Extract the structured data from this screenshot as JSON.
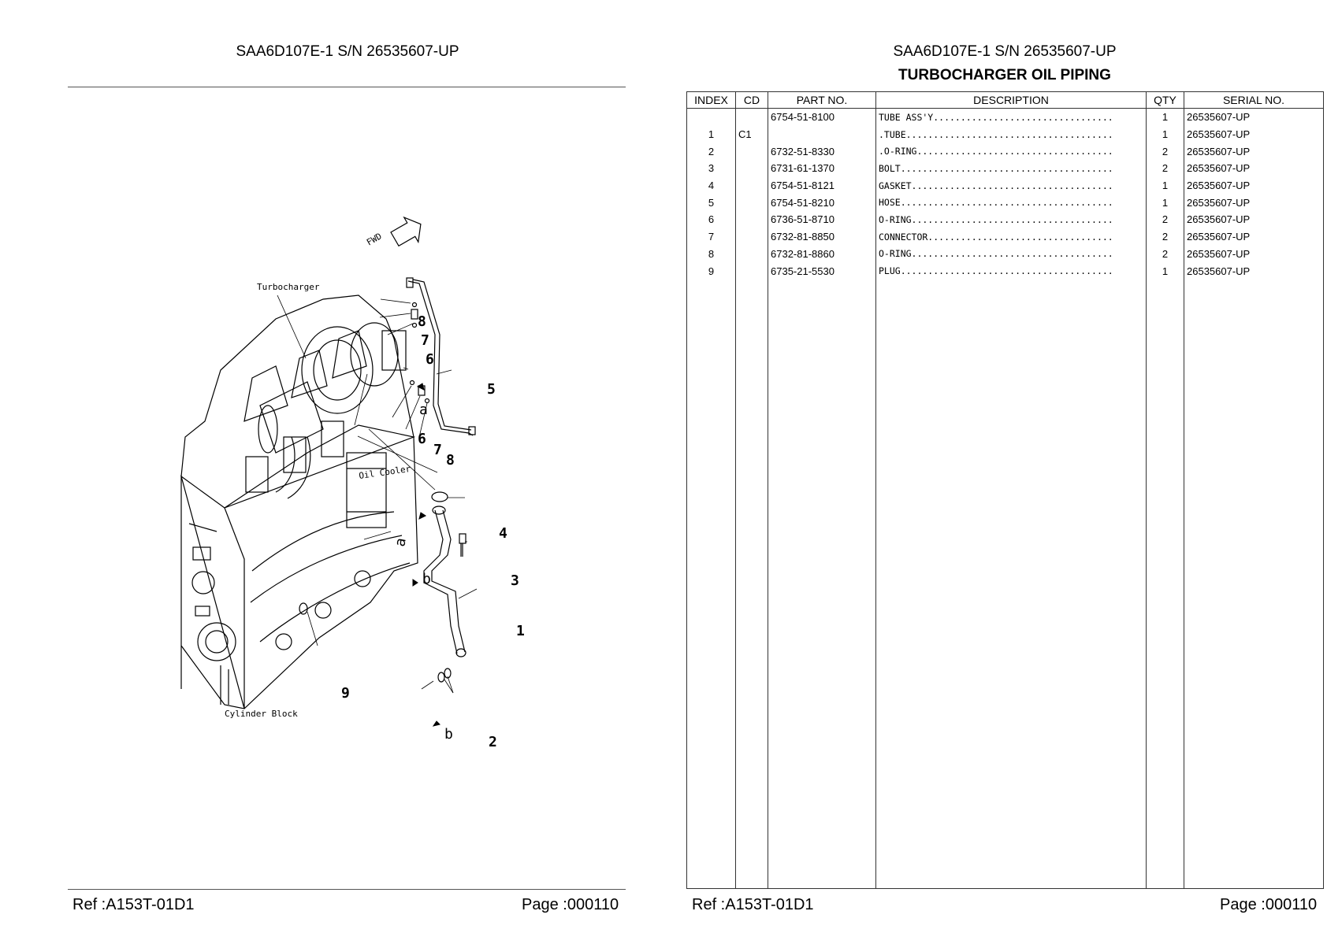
{
  "left_page": {
    "title": "SAA6D107E-1 S/N 26535607-UP",
    "ref": "Ref :A153T-01D1",
    "page": "Page :000110"
  },
  "diagram": {
    "labels": {
      "fwd": "FWD",
      "turbocharger": "Turbocharger",
      "oil_cooler": "Oil Cooler",
      "cylinder_block": "Cylinder Block",
      "a_top": "a",
      "a_side": "a",
      "b_side": "b",
      "b_bottom": "b"
    },
    "callouts": [
      "8",
      "7",
      "6",
      "5",
      "6",
      "7",
      "8",
      "4",
      "3",
      "1",
      "9",
      "2"
    ]
  },
  "right_page": {
    "title": "SAA6D107E-1 S/N 26535607-UP",
    "subtitle": "TURBOCHARGER OIL PIPING",
    "ref": "Ref :A153T-01D1",
    "page": "Page :000110"
  },
  "parts_table": {
    "headers": [
      "INDEX",
      "CD",
      "PART NO.",
      "DESCRIPTION",
      "QTY",
      "SERIAL NO."
    ],
    "rows": [
      {
        "index": "",
        "cd": "",
        "part_no": "6754-51-8100",
        "description": "TUBE ASS'Y.................................",
        "qty": "1",
        "serial": "26535607-UP"
      },
      {
        "index": "1",
        "cd": "C1",
        "part_no": "",
        "description": ".TUBE......................................",
        "qty": "1",
        "serial": "26535607-UP"
      },
      {
        "index": "2",
        "cd": "",
        "part_no": "6732-51-8330",
        "description": ".O-RING....................................",
        "qty": "2",
        "serial": "26535607-UP"
      },
      {
        "index": "3",
        "cd": "",
        "part_no": "6731-61-1370",
        "description": "BOLT.......................................",
        "qty": "2",
        "serial": "26535607-UP"
      },
      {
        "index": "4",
        "cd": "",
        "part_no": "6754-51-8121",
        "description": "GASKET.....................................",
        "qty": "1",
        "serial": "26535607-UP"
      },
      {
        "index": "5",
        "cd": "",
        "part_no": "6754-51-8210",
        "description": "HOSE.......................................",
        "qty": "1",
        "serial": "26535607-UP"
      },
      {
        "index": "6",
        "cd": "",
        "part_no": "6736-51-8710",
        "description": "O-RING.....................................",
        "qty": "2",
        "serial": "26535607-UP"
      },
      {
        "index": "7",
        "cd": "",
        "part_no": "6732-81-8850",
        "description": "CONNECTOR..................................",
        "qty": "2",
        "serial": "26535607-UP"
      },
      {
        "index": "8",
        "cd": "",
        "part_no": "6732-81-8860",
        "description": "O-RING.....................................",
        "qty": "2",
        "serial": "26535607-UP"
      },
      {
        "index": "9",
        "cd": "",
        "part_no": "6735-21-5530",
        "description": "PLUG.......................................",
        "qty": "1",
        "serial": "26535607-UP"
      }
    ]
  }
}
